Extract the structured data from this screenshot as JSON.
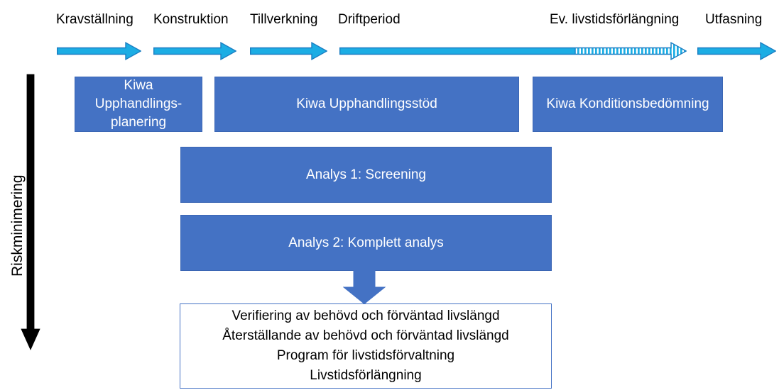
{
  "diagram": {
    "title": "Kiwa livstidsförvaltning processdiagram",
    "colors": {
      "box_blue": "#4472C4",
      "arrow_cyan": "#1CADE4",
      "arrow_outline": "#1B7EC2",
      "risk_arrow_black": "#000000",
      "outline_box_border": "#4472C4",
      "text_on_blue": "#FFFFFF",
      "text_black": "#000000"
    },
    "phases": [
      {
        "label": "Kravställning",
        "arrow": "solid-right-arrow",
        "striped": false
      },
      {
        "label": "Konstruktion",
        "arrow": "solid-right-arrow",
        "striped": false
      },
      {
        "label": "Tillverkning",
        "arrow": "solid-right-arrow",
        "striped": false
      },
      {
        "label": "Driftperiod",
        "arrow": "solid-right-arrow",
        "striped": false
      },
      {
        "label": "Ev. livstidsförlängning",
        "arrow": "striped-right-arrow",
        "striped": true
      },
      {
        "label": "Utfasning",
        "arrow": "solid-right-arrow",
        "striped": false
      }
    ],
    "service_boxes": [
      {
        "lines": [
          "Kiwa",
          "Upphandlings-",
          "planering"
        ]
      },
      {
        "lines": [
          "Kiwa Upphandlingsstöd"
        ]
      },
      {
        "lines": [
          "Kiwa Konditionsbedömning"
        ]
      }
    ],
    "analysis_boxes": [
      {
        "label": "Analys 1: Screening"
      },
      {
        "label": "Analys 2: Komplett analys"
      }
    ],
    "results_box": {
      "lines": [
        "Verifiering av behövd och förväntad livslängd",
        "Återställande av behövd och förväntad livslängd",
        "Program för livstidsförvaltning",
        "Livstidsförlängning"
      ]
    },
    "risk_axis": {
      "label": "Riskminimering",
      "direction": "down"
    }
  }
}
